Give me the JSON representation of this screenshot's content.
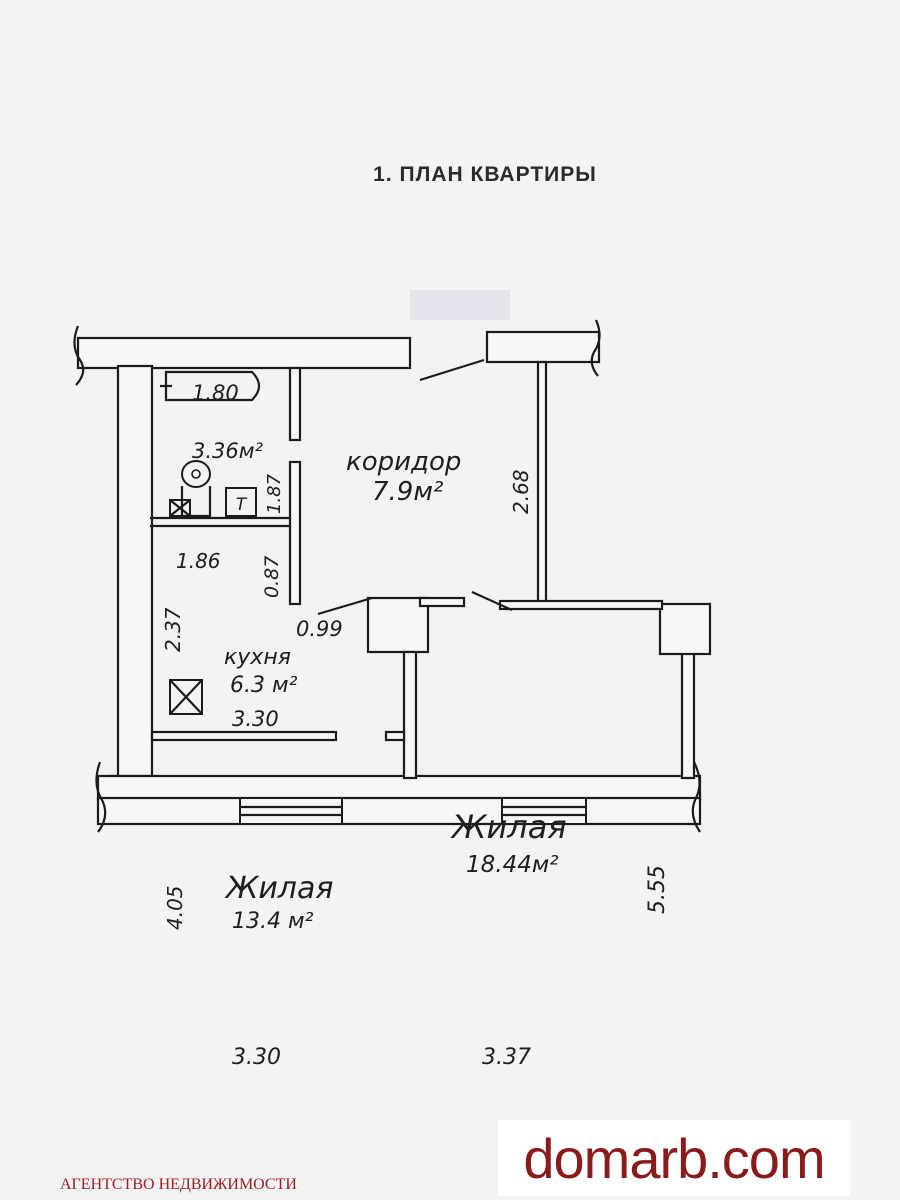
{
  "title": "1. ПЛАН КВАРТИРЫ",
  "rooms": {
    "bathroom": {
      "area": "3.36м²",
      "dim_tub": "1.80",
      "dim_width": "1.86",
      "dim_height": "1.87"
    },
    "corridor": {
      "name": "коридор",
      "area": "7.9м²",
      "dim_height": "2.68",
      "dim_door": "0.99",
      "dim_wall": "0.87"
    },
    "kitchen": {
      "name": "кухня",
      "area": "6.3 м²",
      "dim_width": "3.30",
      "dim_height": "2.37"
    },
    "living_left": {
      "name": "Жилая",
      "area": "13.4 м²",
      "dim_width": "3.30",
      "dim_height": "4.05"
    },
    "living_right": {
      "name": "Жилая",
      "area": "18.44м²",
      "dim_width": "3.37",
      "dim_height": "5.55"
    }
  },
  "fixtures": {
    "toilet_tank_mark": "T"
  },
  "watermark": "domarb.com",
  "agency": "АГЕНТСТВО НЕДВИЖИМОСТИ"
}
